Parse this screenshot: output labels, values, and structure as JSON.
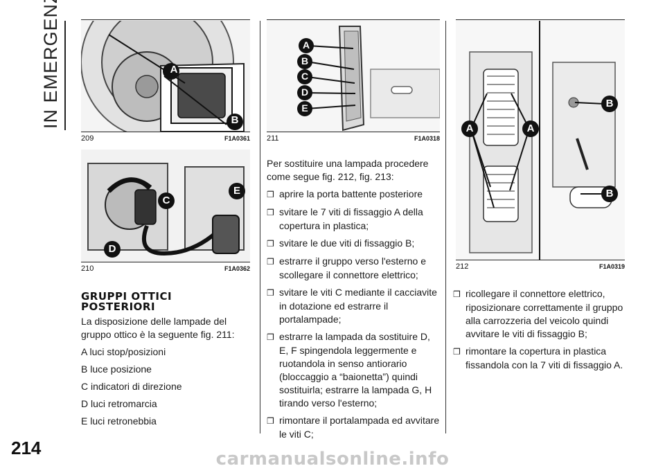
{
  "page": {
    "section_title": "IN EMERGENZA",
    "page_number": "214",
    "watermark": "carmanualsonline.info"
  },
  "figures": {
    "f209": {
      "number": "209",
      "code": "F1A0361",
      "labels": [
        "A",
        "B"
      ]
    },
    "f210": {
      "number": "210",
      "code": "F1A0362",
      "labels": [
        "C",
        "D",
        "E"
      ]
    },
    "f211": {
      "number": "211",
      "code": "F1A0318",
      "labels": [
        "A",
        "B",
        "C",
        "D",
        "E"
      ]
    },
    "f212": {
      "number": "212",
      "code": "F1A0319",
      "labels": [
        "A",
        "A",
        "B",
        "B"
      ]
    }
  },
  "column1": {
    "heading_line1": "GRUPPI OTTICI",
    "heading_line2": "POSTERIORI",
    "intro": "La disposizione delle lampade del gruppo ottico è la seguente fig. 211:",
    "items": [
      "A luci stop/posizioni",
      "B luce posizione",
      "C indicatori di direzione",
      "D luci retromarcia",
      "E luci retronebbia"
    ]
  },
  "column2": {
    "intro": "Per sostituire una lampada procedere come segue fig. 212, fig. 213:",
    "bullet_symbol": "❒",
    "steps": [
      "aprire la porta battente posteriore",
      "svitare le 7 viti di fissaggio A della copertura in plastica;",
      "svitare le due viti di fissaggio B;",
      "estrarre il gruppo verso l'esterno e scollegare il connettore elettrico;",
      "svitare le viti C mediante il cacciavite in dotazione ed estrarre il portalampade;",
      "estrarre la lampada da sostituire D, E, F spingendola leggermente e ruotandola in senso antiorario (bloccaggio a “baionetta”) quindi sostituirla; estrarre la lampada G, H tirando verso l'esterno;",
      "rimontare il portalampada ed avvitare le viti C;"
    ]
  },
  "column3": {
    "steps": [
      "ricollegare il connettore elettrico, riposizionare correttamente il gruppo alla carrozzeria del veicolo quindi avvitare le viti di fissaggio B;",
      "rimontare la copertura in plastica fissandola con la 7 viti di fissaggio A."
    ]
  }
}
